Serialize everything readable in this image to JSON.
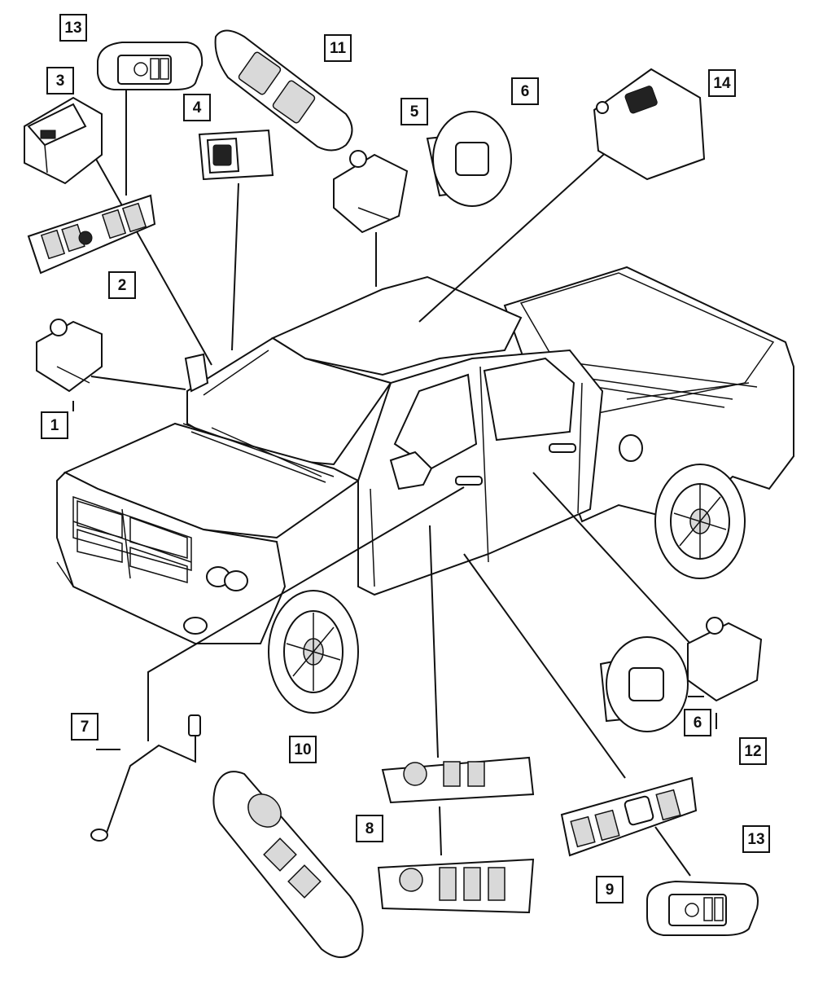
{
  "callouts": [
    {
      "id": "c1",
      "label": "1"
    },
    {
      "id": "c2",
      "label": "2"
    },
    {
      "id": "c3",
      "label": "3"
    },
    {
      "id": "c4",
      "label": "4"
    },
    {
      "id": "c5",
      "label": "5"
    },
    {
      "id": "c6a",
      "label": "6"
    },
    {
      "id": "c6b",
      "label": "6"
    },
    {
      "id": "c7",
      "label": "7"
    },
    {
      "id": "c8",
      "label": "8"
    },
    {
      "id": "c9",
      "label": "9"
    },
    {
      "id": "c10",
      "label": "10"
    },
    {
      "id": "c11",
      "label": "11"
    },
    {
      "id": "c12",
      "label": "12"
    },
    {
      "id": "c13a",
      "label": "13"
    },
    {
      "id": "c13b",
      "label": "13"
    },
    {
      "id": "c14",
      "label": "14"
    }
  ]
}
